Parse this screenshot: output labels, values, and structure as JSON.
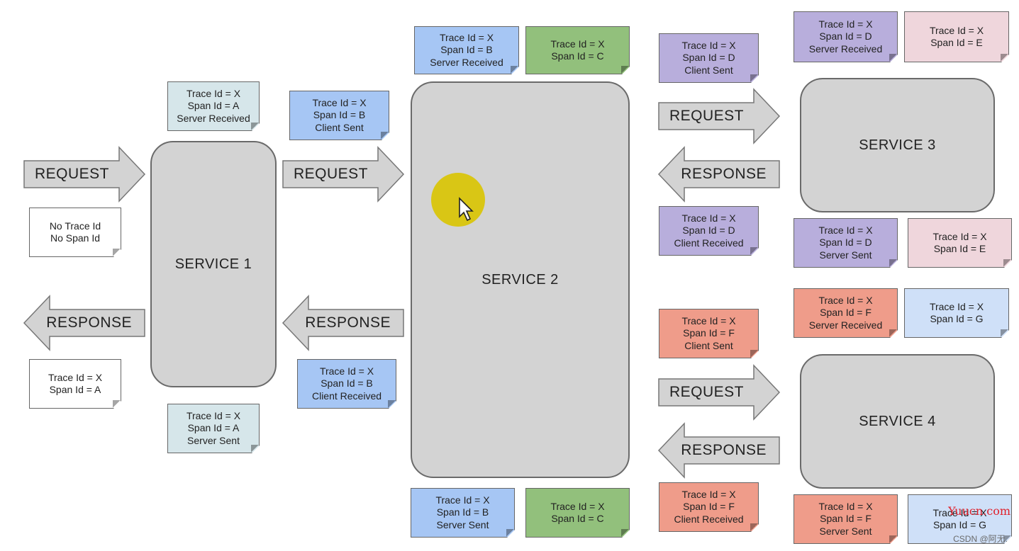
{
  "services": [
    {
      "id": "s1",
      "label": "SERVICE 1"
    },
    {
      "id": "s2",
      "label": "SERVICE 2"
    },
    {
      "id": "s3",
      "label": "SERVICE 3"
    },
    {
      "id": "s4",
      "label": "SERVICE 4"
    }
  ],
  "arrows": [
    {
      "id": "req-in",
      "label": "REQUEST",
      "dir": "right"
    },
    {
      "id": "resp-out",
      "label": "RESPONSE",
      "dir": "left"
    },
    {
      "id": "req-1-2",
      "label": "REQUEST",
      "dir": "right"
    },
    {
      "id": "resp-2-1",
      "label": "RESPONSE",
      "dir": "left"
    },
    {
      "id": "req-2-3",
      "label": "REQUEST",
      "dir": "right"
    },
    {
      "id": "resp-3-2",
      "label": "RESPONSE",
      "dir": "left"
    },
    {
      "id": "req-2-4",
      "label": "REQUEST",
      "dir": "right"
    },
    {
      "id": "resp-4-2",
      "label": "RESPONSE",
      "dir": "left"
    }
  ],
  "notes": [
    {
      "id": "n-incoming",
      "color": "#ffffff",
      "lines": [
        "No Trace Id",
        "No Span Id"
      ]
    },
    {
      "id": "n-outgoing",
      "color": "#ffffff",
      "lines": [
        "Trace Id = X",
        "Span Id = A"
      ]
    },
    {
      "id": "n-s1-sr",
      "color": "#d6e6ea",
      "lines": [
        "Trace Id = X",
        "Span Id = A",
        "Server Received"
      ]
    },
    {
      "id": "n-s1-ss",
      "color": "#d6e6ea",
      "lines": [
        "Trace Id = X",
        "Span Id = A",
        "Server Sent"
      ]
    },
    {
      "id": "n-b-cs",
      "color": "#a6c6f4",
      "lines": [
        "Trace Id = X",
        "Span Id = B",
        "Client Sent"
      ]
    },
    {
      "id": "n-b-cr",
      "color": "#a6c6f4",
      "lines": [
        "Trace Id = X",
        "Span Id = B",
        "Client Received"
      ]
    },
    {
      "id": "n-b-sr",
      "color": "#a6c6f4",
      "lines": [
        "Trace Id = X",
        "Span Id = B",
        "Server Received"
      ]
    },
    {
      "id": "n-c-top",
      "color": "#92c07c",
      "lines": [
        "Trace Id = X",
        "Span Id = C"
      ]
    },
    {
      "id": "n-b-ss",
      "color": "#a6c6f4",
      "lines": [
        "Trace Id = X",
        "Span Id = B",
        "Server Sent"
      ]
    },
    {
      "id": "n-c-bottom",
      "color": "#92c07c",
      "lines": [
        "Trace Id = X",
        "Span Id = C"
      ]
    },
    {
      "id": "n-d-cs",
      "color": "#b8aedc",
      "lines": [
        "Trace Id = X",
        "Span Id = D",
        "Client Sent"
      ]
    },
    {
      "id": "n-d-cr",
      "color": "#b8aedc",
      "lines": [
        "Trace Id = X",
        "Span Id = D",
        "Client Received"
      ]
    },
    {
      "id": "n-d-sr",
      "color": "#b8aedc",
      "lines": [
        "Trace Id = X",
        "Span Id = D",
        "Server Received"
      ]
    },
    {
      "id": "n-e-top",
      "color": "#efd6dc",
      "lines": [
        "Trace Id = X",
        "Span Id = E"
      ]
    },
    {
      "id": "n-d-ss",
      "color": "#b8aedc",
      "lines": [
        "Trace Id = X",
        "Span Id = D",
        "Server Sent"
      ]
    },
    {
      "id": "n-e-bottom",
      "color": "#efd6dc",
      "lines": [
        "Trace Id = X",
        "Span Id = E"
      ]
    },
    {
      "id": "n-f-cs",
      "color": "#ef9c8a",
      "lines": [
        "Trace Id = X",
        "Span Id = F",
        "Client Sent"
      ]
    },
    {
      "id": "n-f-cr",
      "color": "#ef9c8a",
      "lines": [
        "Trace Id = X",
        "Span Id = F",
        "Client Received"
      ]
    },
    {
      "id": "n-f-sr",
      "color": "#ef9c8a",
      "lines": [
        "Trace Id = X",
        "Span Id = F",
        "Server Received"
      ]
    },
    {
      "id": "n-g-top",
      "color": "#cfe0f8",
      "lines": [
        "Trace Id = X",
        "Span Id = G"
      ]
    },
    {
      "id": "n-f-ss",
      "color": "#ef9c8a",
      "lines": [
        "Trace Id = X",
        "Span Id = F",
        "Server Sent"
      ]
    },
    {
      "id": "n-g-bottom",
      "color": "#cfe0f8",
      "lines": [
        "Trace Id = X",
        "Span Id = G"
      ]
    }
  ],
  "colors": {
    "service_fill": "#d3d3d3",
    "arrow_fill": "#d3d3d3",
    "cursor_highlight": "#d9c400"
  },
  "watermark": {
    "site": "Yuucn.com",
    "credit": "CSDN @阿无."
  }
}
